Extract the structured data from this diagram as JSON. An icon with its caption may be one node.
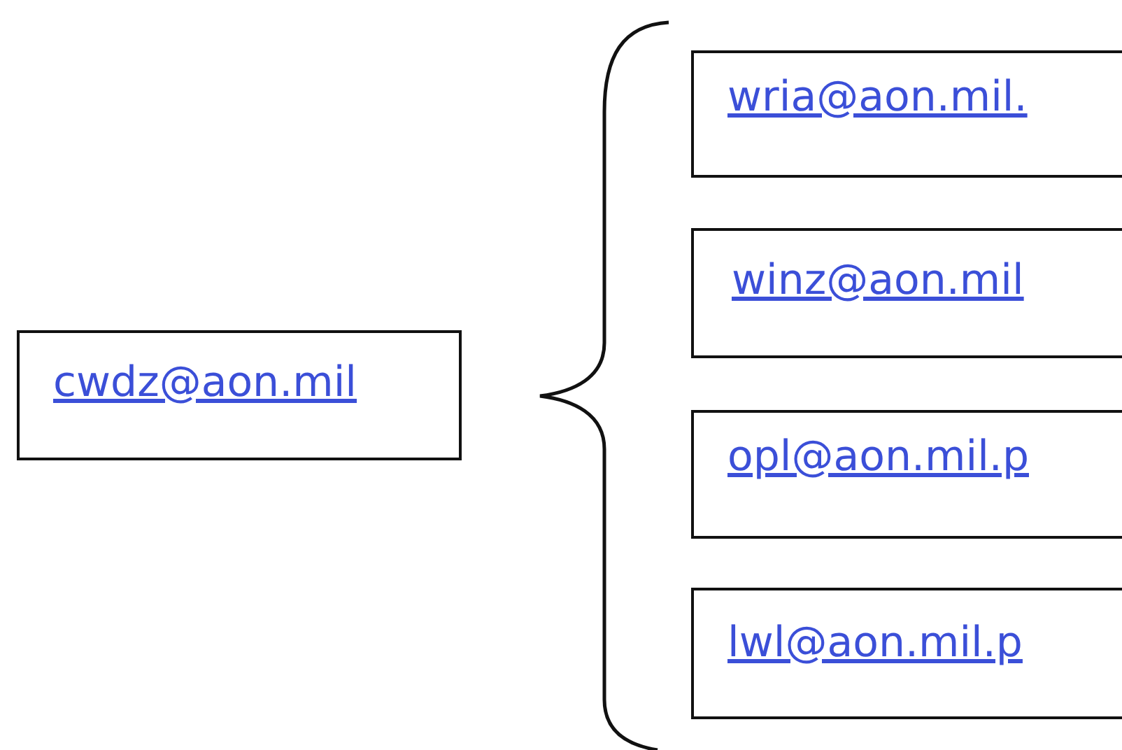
{
  "diagram": {
    "nodes": [
      {
        "text": [
          "cwdz@aon.mil"
        ]
      },
      {
        "text": [
          "wria@aon.mil."
        ]
      },
      {
        "text": [
          "winz@aon.mil"
        ]
      },
      {
        "text": [
          "opl@aon.mil.p"
        ]
      },
      {
        "text": [
          "lwl@aon.mil.p"
        ]
      }
    ]
  }
}
